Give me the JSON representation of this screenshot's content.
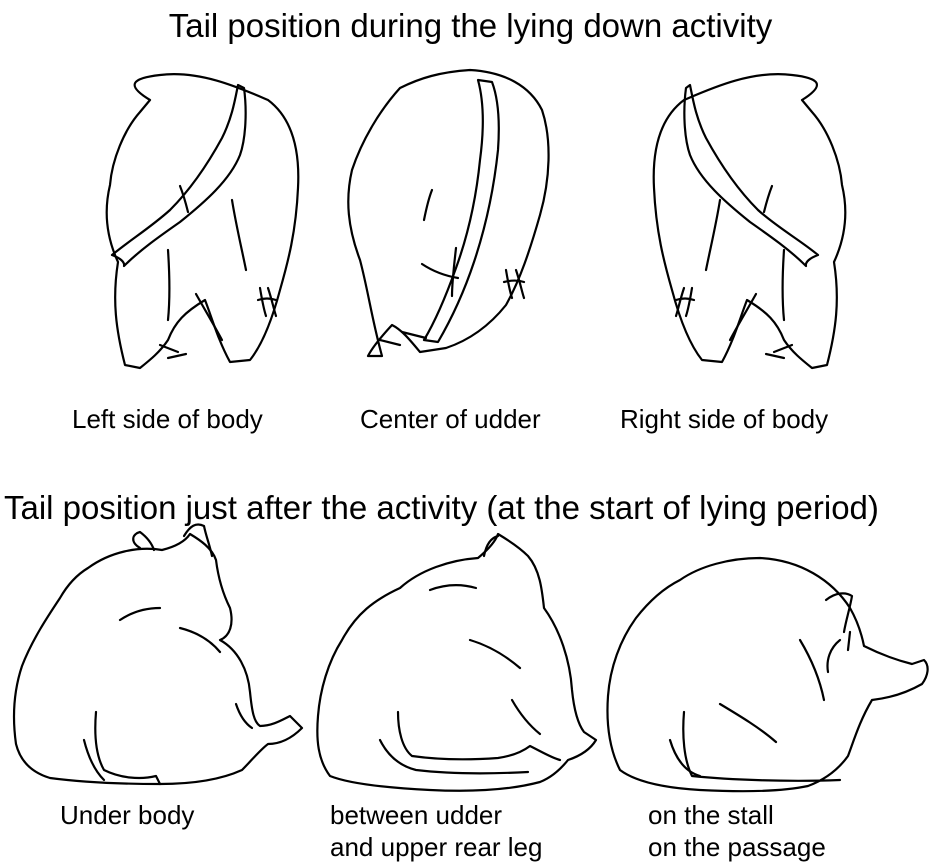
{
  "top_section": {
    "title": "Tail position during the lying down activity",
    "captions": [
      "Left side of body",
      "Center of udder",
      "Right side of body"
    ]
  },
  "bottom_section": {
    "title": "Tail position just after the activity (at the start of lying period)",
    "captions": [
      [
        "Under body"
      ],
      [
        "between udder",
        "and upper rear leg"
      ],
      [
        "on the stall",
        "on the passage"
      ]
    ]
  },
  "icons": [
    "cow-rear-tail-left-icon",
    "cow-rear-tail-center-icon",
    "cow-rear-tail-right-icon",
    "cow-lying-tail-under-body-icon",
    "cow-lying-tail-udder-leg-icon",
    "cow-lying-tail-stall-passage-icon"
  ]
}
